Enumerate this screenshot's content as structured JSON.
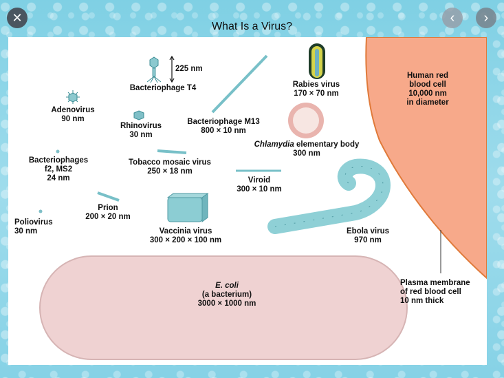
{
  "viewer": {
    "title": "What Is a Virus?",
    "close_icon": "close-icon",
    "prev_icon": "chevron-left-icon",
    "next_icon": "chevron-right-icon"
  },
  "diagram": {
    "scale_225": "225 nm",
    "bacteriophage_t4": "Bacteriophage T4",
    "adenovirus_name": "Adenovirus",
    "adenovirus_size": "90 nm",
    "rhinovirus_name": "Rhinovirus",
    "rhinovirus_size": "30 nm",
    "m13_name": "Bacteriophage M13",
    "m13_size": "800 × 10 nm",
    "rabies_name": "Rabies virus",
    "rabies_size": "170 × 70 nm",
    "rbc_line1": "Human red",
    "rbc_line2": "blood cell",
    "rbc_line3": "10,000 nm",
    "rbc_line4": "in diameter",
    "chlamydia_name": "Chlamydia",
    "chlamydia_rest": " elementary body",
    "chlamydia_size": "300 nm",
    "f2_line1": "Bacteriophages",
    "f2_line2": "f2, MS2",
    "f2_size": "24 nm",
    "tmv_name": "Tobacco mosaic virus",
    "tmv_size": "250 × 18 nm",
    "viroid_name": "Viroid",
    "viroid_size": "300 × 10 nm",
    "prion_name": "Prion",
    "prion_size": "200 × 20 nm",
    "polio_name": "Poliovirus",
    "polio_size": "30 nm",
    "vaccinia_name": "Vaccinia virus",
    "vaccinia_size": "300 × 200 × 100 nm",
    "ebola_name": "Ebola virus",
    "ebola_size": "970 nm",
    "ecoli_name": "E. coli",
    "ecoli_desc": "(a bacterium)",
    "ecoli_size": "3000 × 1000 nm",
    "pm_line1": "Plasma membrane",
    "pm_line2": "of red blood cell",
    "pm_line3": "10 nm thick"
  }
}
